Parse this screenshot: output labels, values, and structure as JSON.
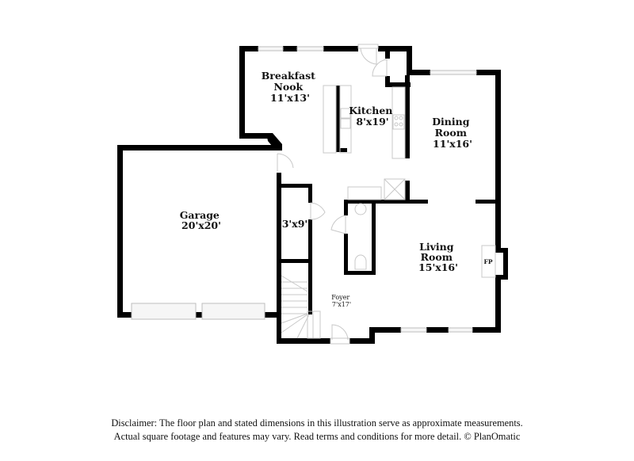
{
  "floor_plan": {
    "rooms": [
      {
        "id": "breakfast-nook",
        "name_lines": [
          "Breakfast",
          "Nook"
        ],
        "dimensions": "11'x13'"
      },
      {
        "id": "kitchen",
        "name_lines": [
          "Kitchen"
        ],
        "dimensions": "8'x19'"
      },
      {
        "id": "dining-room",
        "name_lines": [
          "Dining",
          "Room"
        ],
        "dimensions": "11'x16'"
      },
      {
        "id": "garage",
        "name_lines": [
          "Garage"
        ],
        "dimensions": "20'x20'"
      },
      {
        "id": "closet",
        "name_lines": [],
        "dimensions": "3'x9'"
      },
      {
        "id": "living-room",
        "name_lines": [
          "Living",
          "Room"
        ],
        "dimensions": "15'x16'"
      },
      {
        "id": "foyer",
        "name_lines": [
          "Foyer"
        ],
        "dimensions": "7'x17'"
      }
    ],
    "fireplace_label": "FP"
  },
  "disclaimer": {
    "line1": "Disclaimer: The floor plan and stated dimensions in this illustration serve as approximate measurements.",
    "line2": "Actual square footage and features may vary. Read terms and conditions for more detail. © PlanOmatic"
  },
  "colors": {
    "wall": "#000000",
    "fixture_line": "#c8c8c8",
    "background": "#ffffff"
  }
}
